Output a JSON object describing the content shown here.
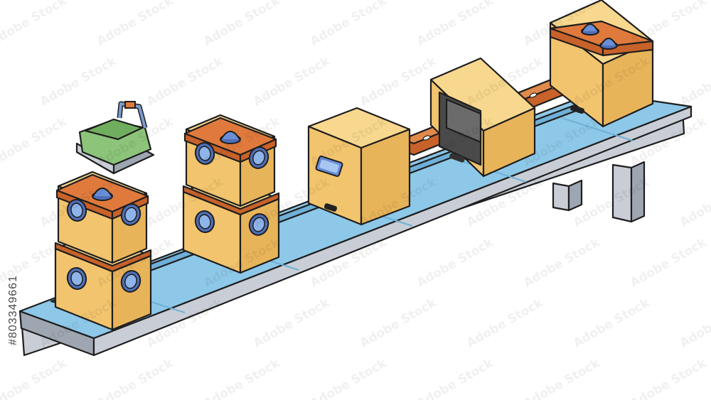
{
  "image": {
    "side_id_text": "#803349661",
    "watermark_text": "Adobe Stock"
  },
  "palette": {
    "outline": "#1e1e1e",
    "box_front": "#f2c46e",
    "box_side": "#e8b45a",
    "box_top": "#f8d88e",
    "lid_top": "#e07a3c",
    "lid_edge": "#c8622a",
    "knob": "#6a8ed8",
    "belt": "#8ec8e8",
    "belt_dark": "#6fb0d8",
    "frame": "#c9ced6",
    "frame_dark": "#9ea6b2",
    "basket_green": "#8cc47a",
    "handle_blue": "#7a9cd0",
    "rail": "#c8622a"
  },
  "objects": [
    {
      "name": "conveyor-belt"
    },
    {
      "name": "floating-basket"
    },
    {
      "name": "stacked-box-left"
    },
    {
      "name": "stacked-box-middle"
    },
    {
      "name": "plain-box"
    },
    {
      "name": "tunnel-machine"
    },
    {
      "name": "overhead-rail"
    },
    {
      "name": "end-machine"
    }
  ]
}
